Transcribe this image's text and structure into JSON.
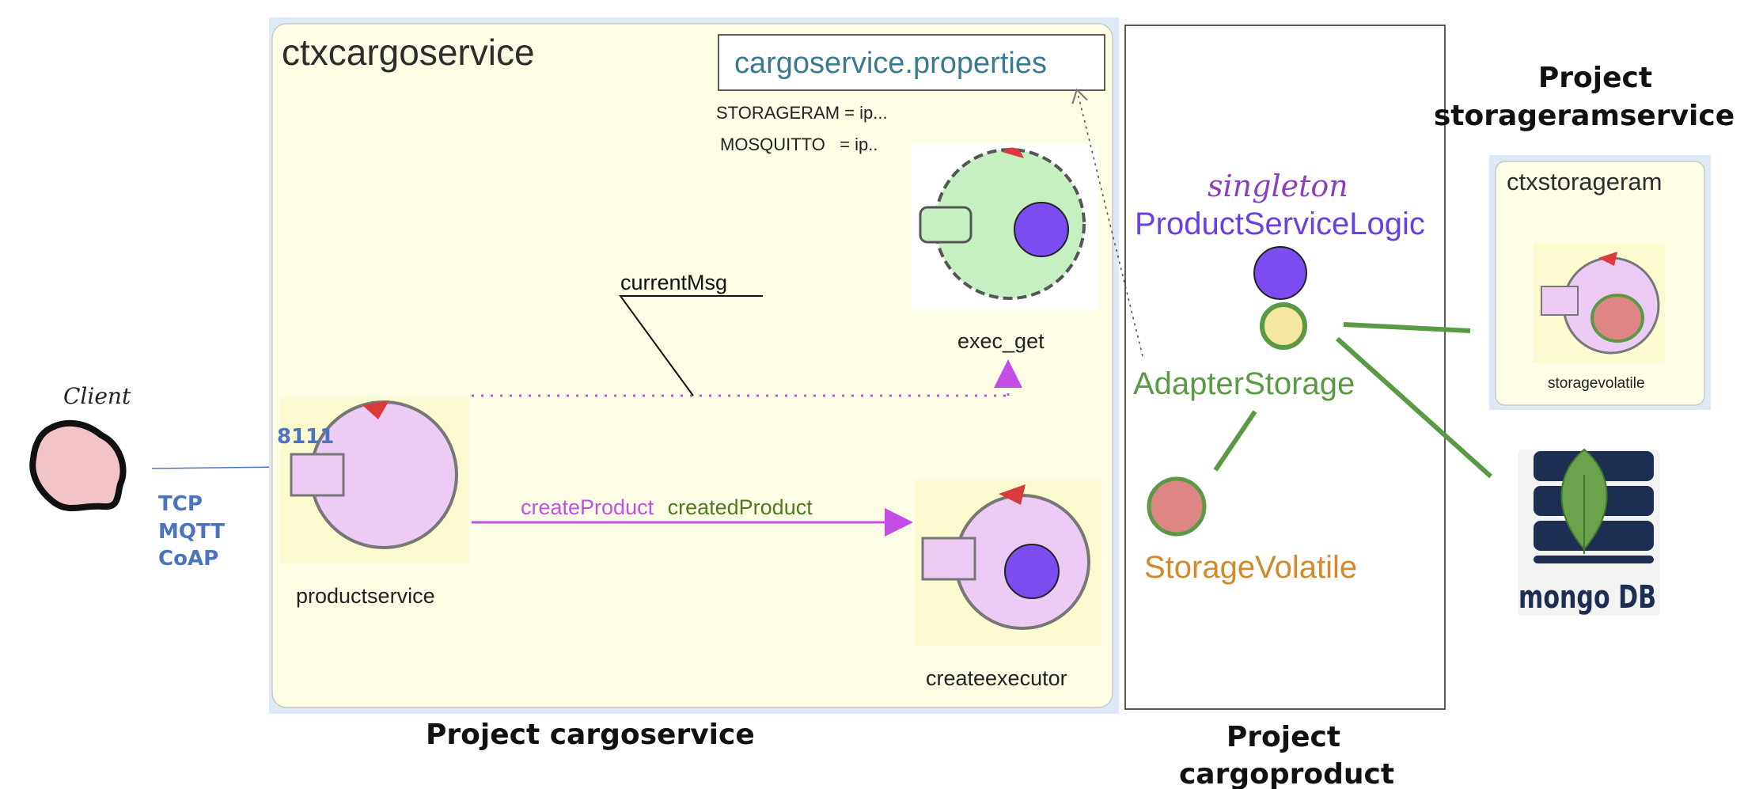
{
  "client": {
    "label": "Client",
    "port": "8111",
    "protocols": [
      "TCP",
      "MQTT",
      "CoAP"
    ]
  },
  "cargoservice": {
    "context_title": "ctxcargoservice",
    "properties_title": "cargoservice.properties",
    "properties": [
      "STORAGERAM = ip...",
      "MOSQUITTO   = ip.."
    ],
    "actors": {
      "productservice": "productservice",
      "exec_get": "exec_get",
      "createexecutor": "createexecutor"
    },
    "messages": {
      "current": "currentMsg",
      "create": "createProduct",
      "created": "createdProduct"
    },
    "project_label": "Project cargoservice"
  },
  "cargoproduct": {
    "singleton": "singleton",
    "logic": "ProductServiceLogic",
    "adapter": "AdapterStorage",
    "volatile": "StorageVolatile",
    "project_label_line1": "Project",
    "project_label_line2": "cargoproduct"
  },
  "storageram": {
    "project_label_line1": "Project",
    "project_label_line2": "storageramservice",
    "context_title": "ctxstorageram",
    "actor": "storagevolatile"
  },
  "mongo": {
    "label": "mongo DB"
  },
  "colors": {
    "context_bg": "#fefee6",
    "actor_pink": "#eccbf5",
    "actor_green": "#c6f0c2",
    "logic_purple": "#7b4cf0",
    "adapter_green": "#5b9a45",
    "volatile_red": "#e08585",
    "volatile_text": "#d28a2a",
    "message_magenta": "#c44de8",
    "protocol_blue": "#4a74c0",
    "mongo_navy": "#1e2e52"
  }
}
